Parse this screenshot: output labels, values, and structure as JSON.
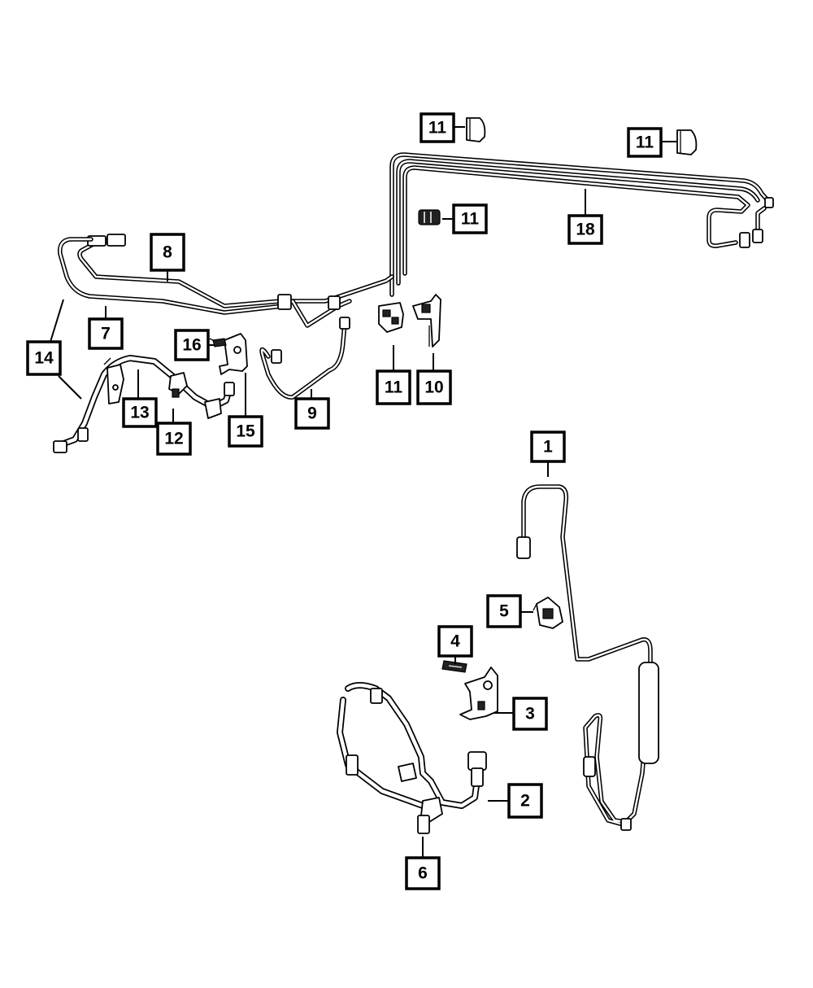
{
  "callouts": [
    {
      "id": "c1",
      "label": "1"
    },
    {
      "id": "c2",
      "label": "2"
    },
    {
      "id": "c3",
      "label": "3"
    },
    {
      "id": "c4",
      "label": "4"
    },
    {
      "id": "c5",
      "label": "5"
    },
    {
      "id": "c6",
      "label": "6"
    },
    {
      "id": "c7",
      "label": "7"
    },
    {
      "id": "c8",
      "label": "8"
    },
    {
      "id": "c9",
      "label": "9"
    },
    {
      "id": "c10",
      "label": "10"
    },
    {
      "id": "c11a",
      "label": "11"
    },
    {
      "id": "c11b",
      "label": "11"
    },
    {
      "id": "c11c",
      "label": "11"
    },
    {
      "id": "c11d",
      "label": "11"
    },
    {
      "id": "c12",
      "label": "12"
    },
    {
      "id": "c13",
      "label": "13"
    },
    {
      "id": "c14",
      "label": "14"
    },
    {
      "id": "c15",
      "label": "15"
    },
    {
      "id": "c16",
      "label": "16"
    },
    {
      "id": "c18",
      "label": "18"
    }
  ],
  "colors": {
    "line": "#000000",
    "background": "#ffffff"
  }
}
